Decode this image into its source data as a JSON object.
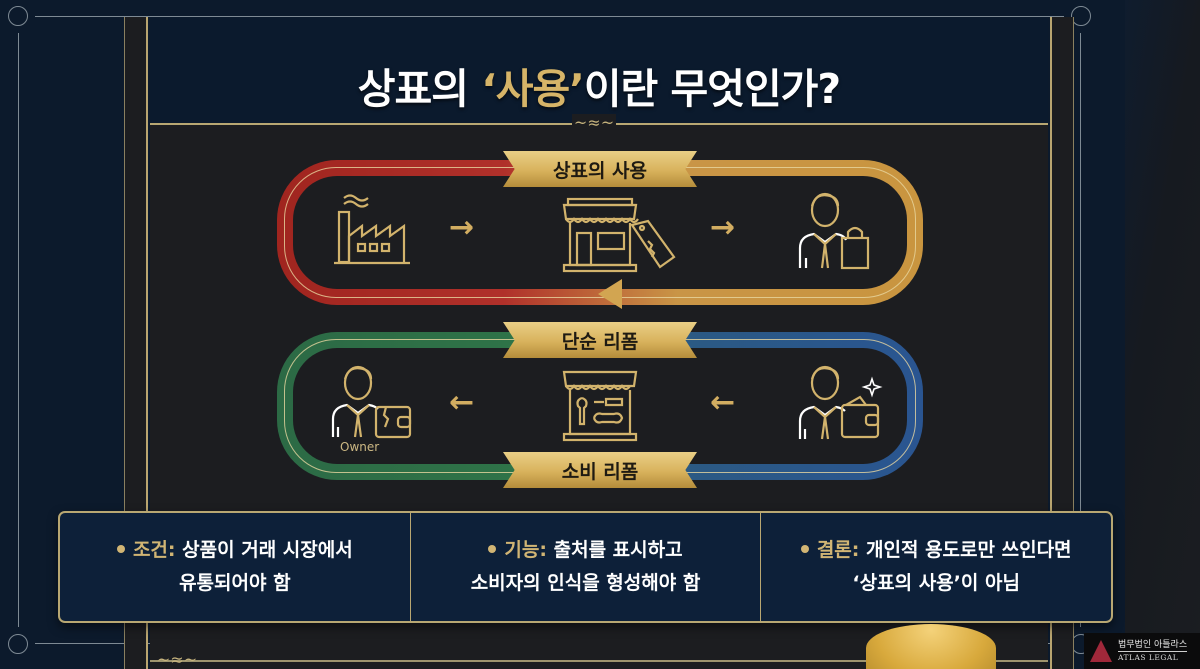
{
  "title": {
    "prefix": "상표의 ",
    "highlight": "‘사용’",
    "suffix": "이란 무엇인가?"
  },
  "diagram": {
    "top_loop": {
      "label": "상표의 사용",
      "color_left": "#a0251f",
      "color_right": "#c9953f",
      "nodes": [
        {
          "icon": "factory-icon"
        },
        {
          "icon": "arrow-right-icon",
          "glyph": "→"
        },
        {
          "icon": "store-with-price-tag-icon"
        },
        {
          "icon": "arrow-right-icon",
          "glyph": "→"
        },
        {
          "icon": "customer-with-shopping-bag-icon"
        }
      ]
    },
    "bottom_loop": {
      "top_label": "단순 리폼",
      "bottom_label": "소비 리폼",
      "color_left": "#2c6a45",
      "color_right": "#2a5591",
      "nodes": [
        {
          "icon": "owner-with-broken-wallet-icon",
          "caption": "Owner"
        },
        {
          "icon": "arrow-left-icon",
          "glyph": "←"
        },
        {
          "icon": "repair-shop-icon"
        },
        {
          "icon": "arrow-left-icon",
          "glyph": "←"
        },
        {
          "icon": "person-with-wallet-sparkle-icon"
        }
      ]
    }
  },
  "info": [
    {
      "label": "조건",
      "line1": "상품이 거래 시장에서",
      "line2": "유통되어야 함"
    },
    {
      "label": "기능",
      "line1": "출처를 표시하고",
      "line2": "소비자의 인식을 형성해야 함"
    },
    {
      "label": "결론",
      "line1": "개인적 용도로만 쓰인다면",
      "line2": "‘상표의 사용’이 아님"
    }
  ],
  "logo": {
    "korean": "법무법인 아틀라스",
    "english": "ATLAS LEGAL"
  },
  "colors": {
    "navy": "#0c1a2c",
    "gold": "#d1b574",
    "panel": "#1c1d20"
  }
}
